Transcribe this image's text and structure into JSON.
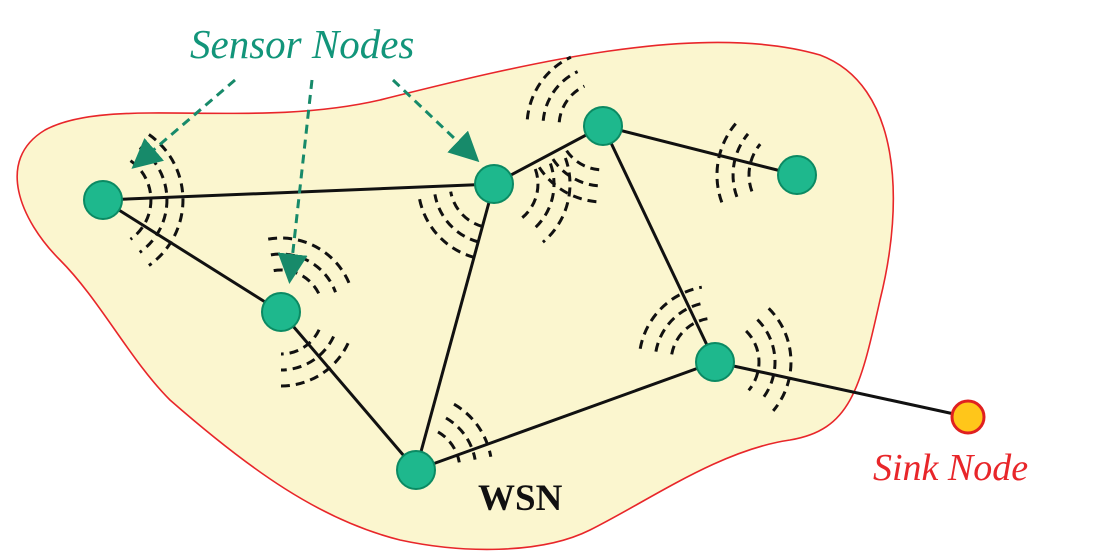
{
  "labels": {
    "sensor_nodes": "Sensor Nodes",
    "sink_node": "Sink Node",
    "network": "WSN"
  },
  "colors": {
    "region_fill": "#fbf6cf",
    "region_stroke": "#e8262a",
    "sensor_node_fill": "#1eb88d",
    "sensor_node_stroke": "#0b8a63",
    "sink_node_fill": "#ffc61a",
    "sink_node_stroke": "#e02020",
    "sensor_label": "#12957a",
    "sink_label": "#e8262a",
    "link": "#111111",
    "annotation_arrow": "#178a6a"
  }
}
